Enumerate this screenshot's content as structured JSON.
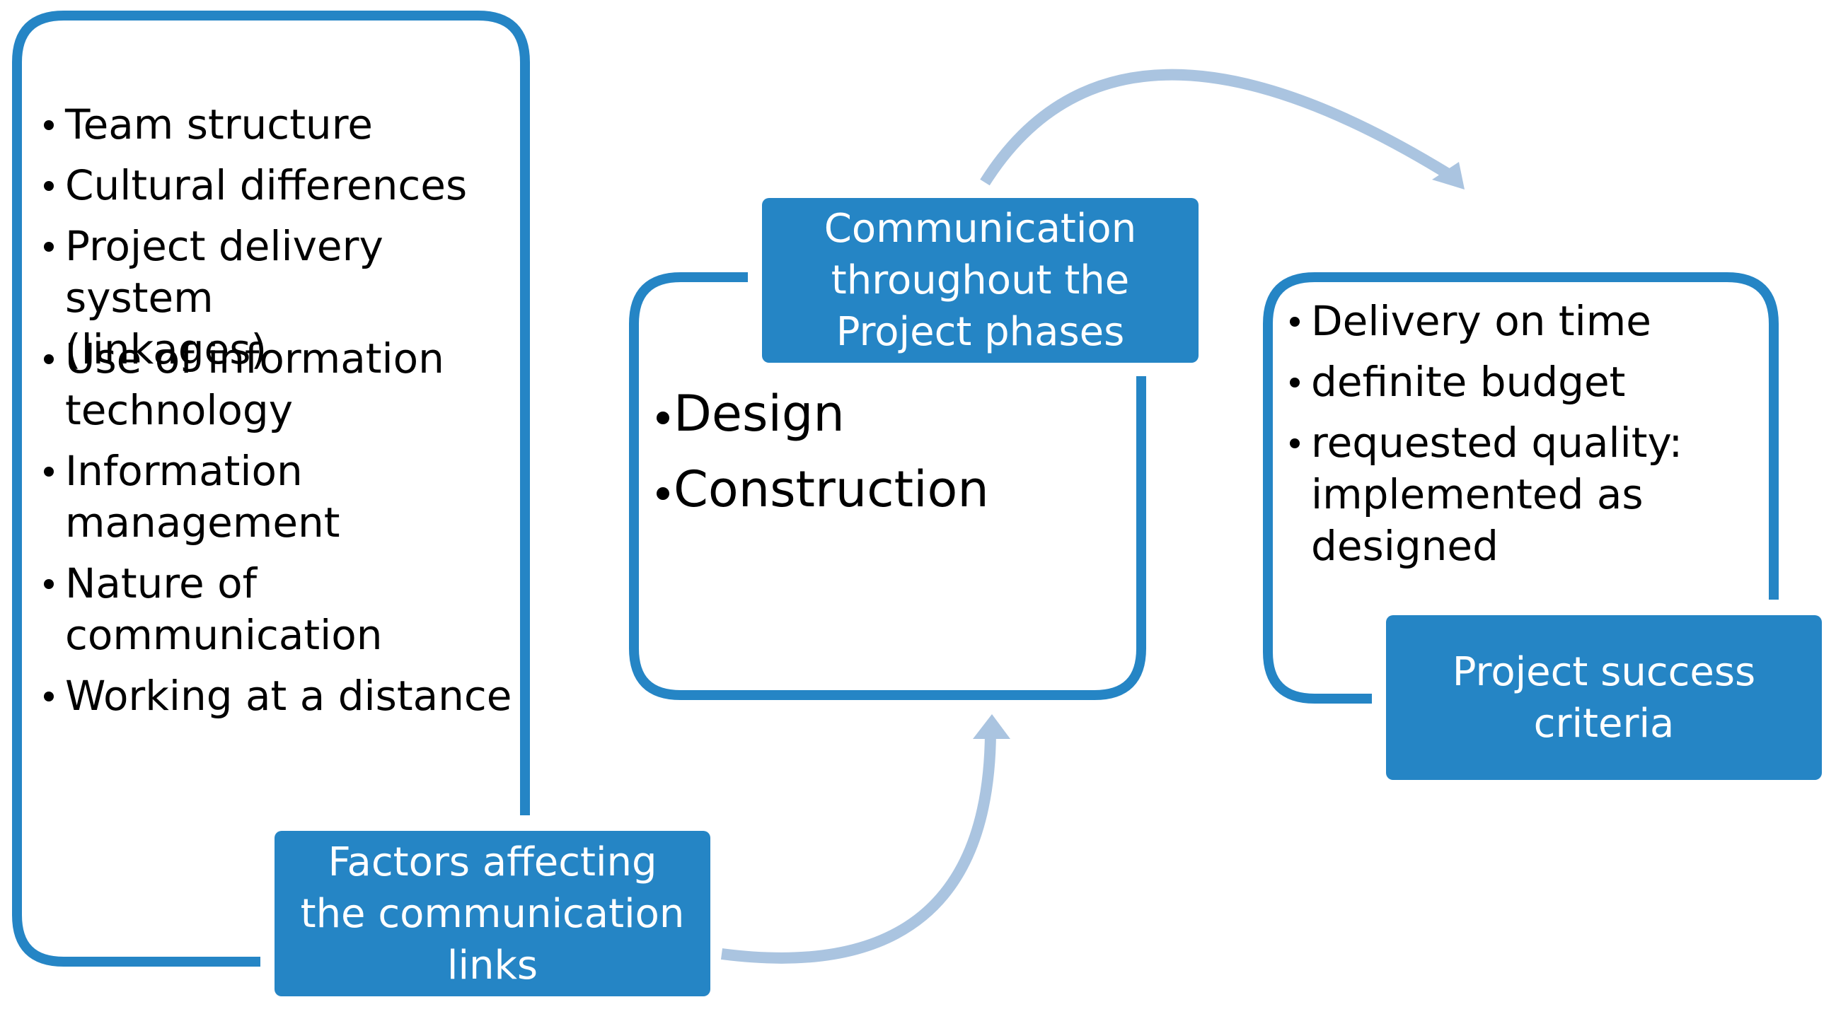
{
  "factors": {
    "title": "Factors affecting the communication links",
    "items": [
      "Team structure",
      "Cultural differences",
      "Project delivery system (linkages)",
      "Use of information technology",
      "Information management",
      "Nature of communication",
      "Working at a distance"
    ]
  },
  "phases": {
    "title": "Communication throughout the Project phases",
    "items": [
      "Design",
      "Construction"
    ]
  },
  "success": {
    "title": "Project success criteria",
    "items": [
      "Delivery on time",
      "definite budget",
      "requested quality: implemented as designed"
    ]
  },
  "colors": {
    "frame": "#2585c5",
    "label_box": "#2585c5",
    "arrow": "#aac4e0"
  }
}
